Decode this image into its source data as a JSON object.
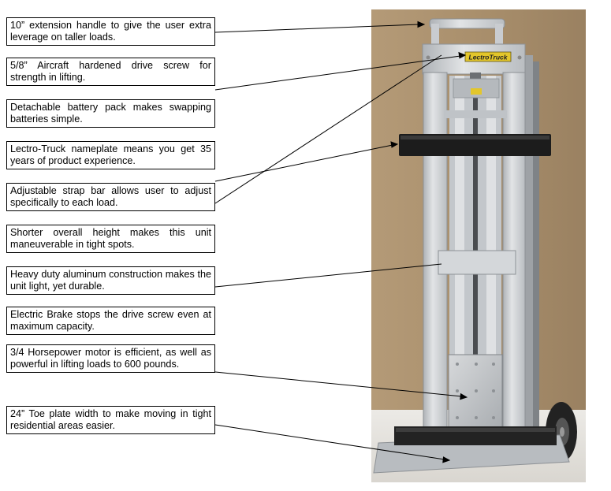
{
  "callouts": [
    {
      "id": "extension-handle",
      "text": "10” extension handle to give the user extra leverage on taller loads."
    },
    {
      "id": "drive-screw",
      "text": "5/8” Aircraft hardened drive screw for strength in lifting."
    },
    {
      "id": "battery-pack",
      "text": "Detachable battery pack makes swapping batteries simple."
    },
    {
      "id": "nameplate",
      "text": "Lectro-Truck nameplate means you get 35 years of product experience."
    },
    {
      "id": "strap-bar",
      "text": "Adjustable strap bar allows user to adjust specifically to each load."
    },
    {
      "id": "overall-height",
      "text": "Shorter overall height makes this unit maneuverable in tight spots."
    },
    {
      "id": "aluminum-construction",
      "text": "Heavy duty aluminum construction makes the unit light, yet durable."
    },
    {
      "id": "electric-brake",
      "text": "Electric Brake stops the drive screw even at maximum capacity."
    },
    {
      "id": "motor",
      "text": "3/4 Horsepower motor is efficient, as well as powerful in lifting loads to 600 pounds."
    },
    {
      "id": "toe-plate",
      "text": "24” Toe plate width to make moving in tight residential areas easier."
    }
  ],
  "photo": {
    "nameplate_text": "LectroTruck",
    "colors": {
      "wall": "#a8906f",
      "floor": "#e4e1dc",
      "frame": "#cfd2d4",
      "frame_shadow": "#9ea2a6",
      "strap": "#1c1c1c",
      "nameplate": "#e3c62b",
      "tire": "#222222"
    }
  }
}
